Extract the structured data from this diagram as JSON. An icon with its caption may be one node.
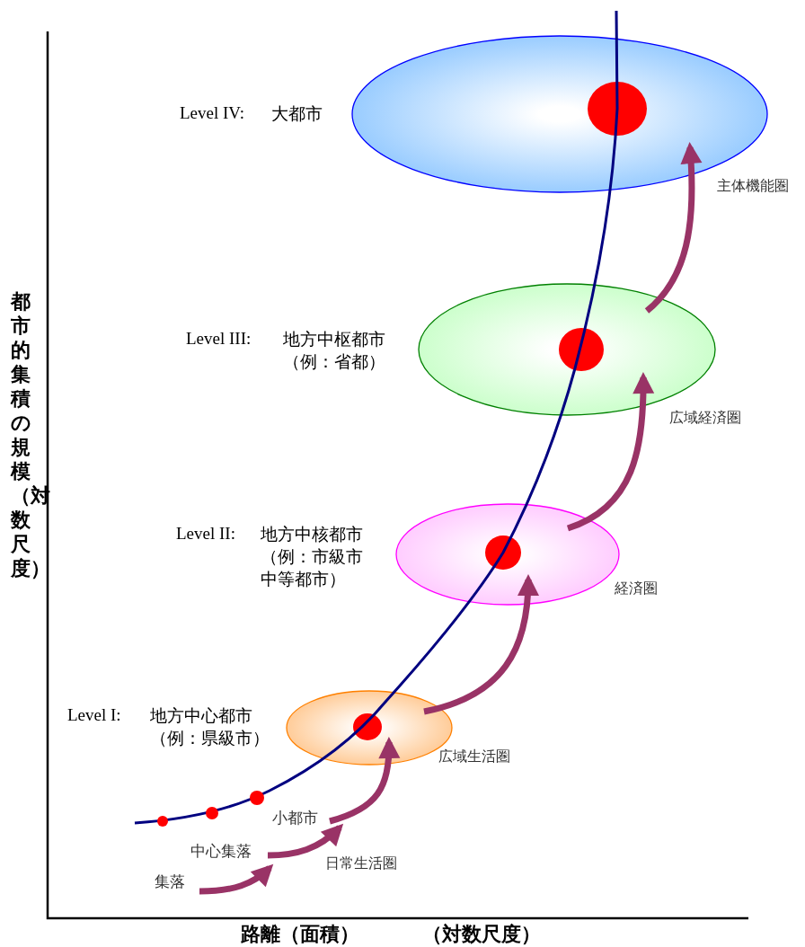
{
  "diagram": {
    "nodes": [
      {
        "text": [
          "Level IV:",
          "大都市"
        ],
        "beside": [
          "主体機能圏"
        ]
      },
      {
        "text": [],
        "shape": "circle",
        "in": 0
      },
      {
        "text": [
          "Level III:",
          "地方中枢都市（例：省都）"
        ],
        "beside": [
          "広域経済圏"
        ]
      },
      {
        "text": [],
        "shape": "circle",
        "in": 2
      },
      {
        "text": [
          "Level II:",
          "地方中核都市（例：市級市中等都市）"
        ],
        "beside": [
          "経済圏"
        ]
      },
      {
        "text": [],
        "shape": "circle",
        "in": 4
      },
      {
        "text": [
          "Level I:",
          "地方中心都市（例：県級市）"
        ],
        "beside": [
          "広域生活圏"
        ]
      },
      {
        "text": [],
        "shape": "circle",
        "in": 6
      },
      {
        "text": [
          "小都市"
        ]
      },
      {
        "text": [
          "中心集落"
        ]
      },
      {
        "text": [
          "集落"
        ]
      }
    ],
    "edges": [
      {
        "from": 10,
        "to": 9,
        "arrow": "to"
      },
      {
        "from": 9,
        "to": 8,
        "arrow": "to",
        "label": "日常生活圏"
      },
      {
        "from": 8,
        "to": 7,
        "arrow": "to"
      },
      {
        "from": 6,
        "to": 5,
        "arrow": "to"
      },
      {
        "from": 4,
        "to": 3,
        "arrow": "to"
      },
      {
        "from": 2,
        "to": 1,
        "arrow": "to"
      }
    ],
    "labels": [
      "都市的集積の規模（対数尺度）",
      "路離（面積）",
      "（対数尺度）"
    ]
  }
}
